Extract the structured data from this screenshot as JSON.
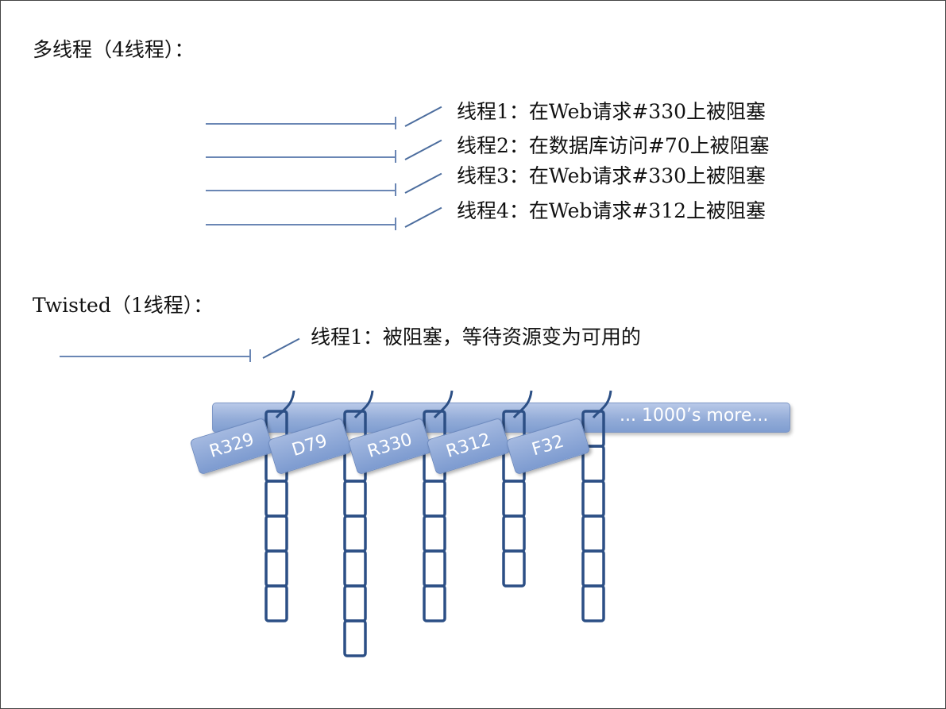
{
  "multithread": {
    "heading": "多线程（4线程）：",
    "threads": [
      "线程1：在Web请求#330上被阻塞",
      "线程2：在数据库访问#70上被阻塞",
      "线程3：在Web请求#330上被阻塞",
      "线程4：在Web请求#312上被阻塞"
    ]
  },
  "twisted": {
    "heading": "Twisted（1线程）：",
    "thread_label": "线程1：被阻塞，等待资源变为可用的",
    "queue_more": "... 1000’s more...",
    "requests": [
      {
        "tag": "R329",
        "chain_links": 6
      },
      {
        "tag": "D79",
        "chain_links": 7
      },
      {
        "tag": "R330",
        "chain_links": 6
      },
      {
        "tag": "R312",
        "chain_links": 5
      },
      {
        "tag": "F32",
        "chain_links": 6
      }
    ]
  },
  "colors": {
    "line": "#6a86b4",
    "chain": "#2c4f85",
    "tag_fill": "#8aa6d6"
  }
}
